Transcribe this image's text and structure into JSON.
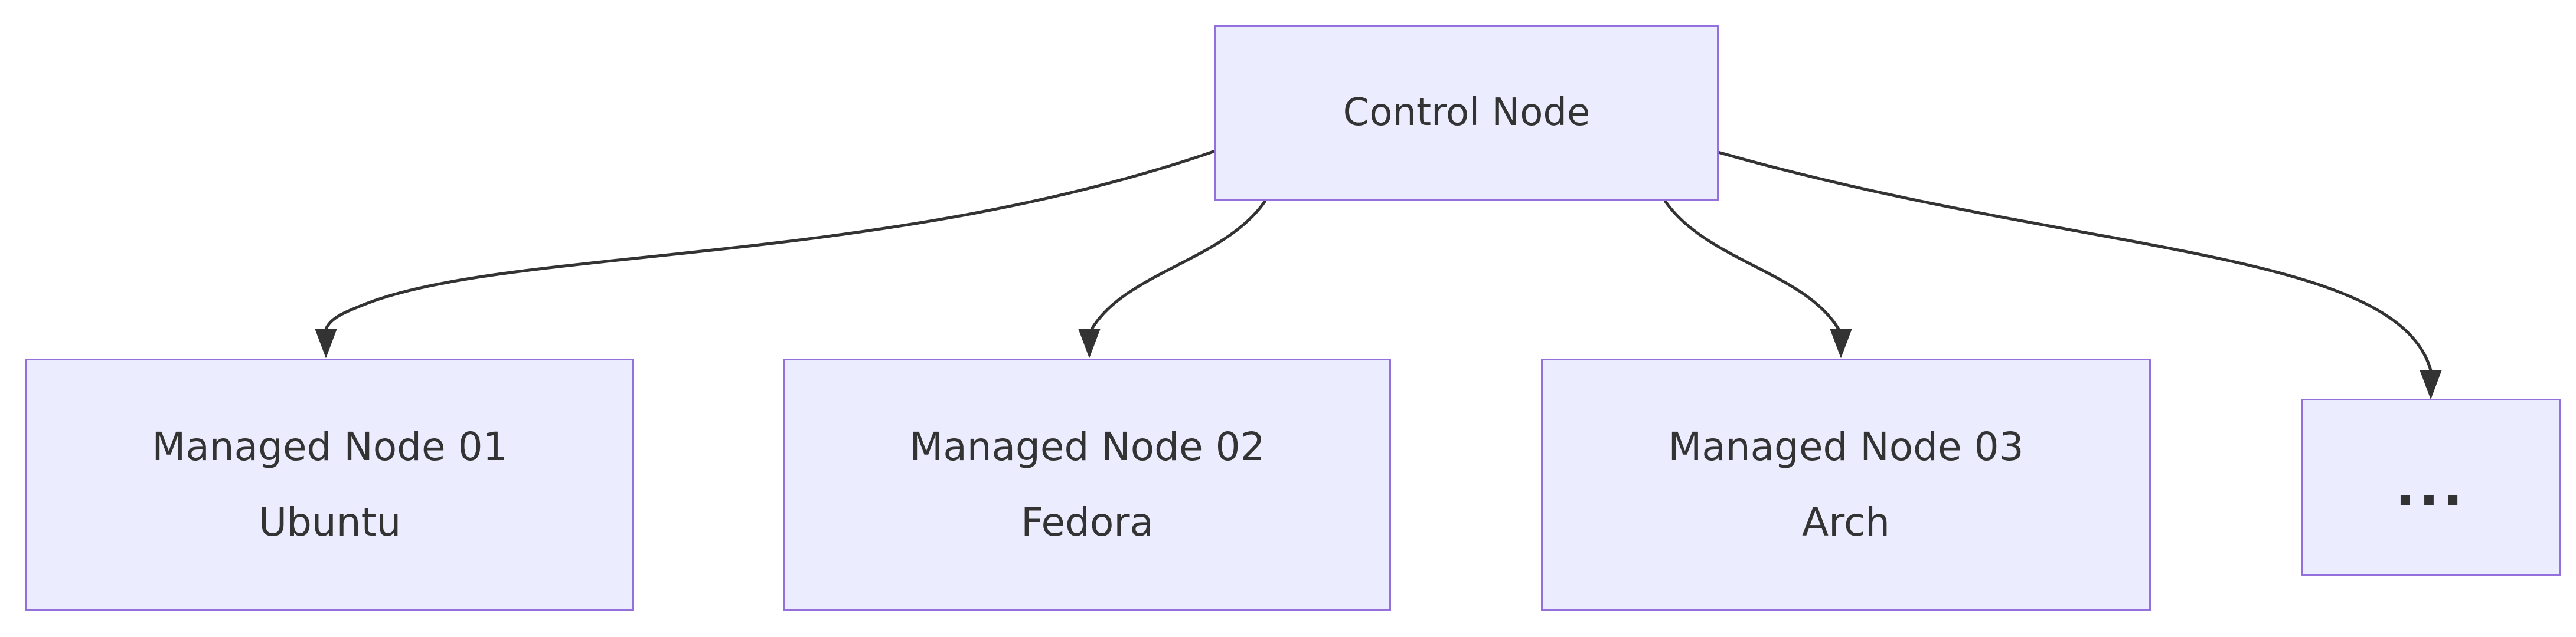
{
  "colors": {
    "background": "#ffffff",
    "node_fill": "#ECECFF",
    "node_border": "#9370DB",
    "edge": "#333333",
    "text": "#333333"
  },
  "diagram_type": "flowchart-top-down",
  "nodes": {
    "control": {
      "label": "Control Node"
    },
    "managed1": {
      "title": "Managed Node 01",
      "subtitle": "Ubuntu"
    },
    "managed2": {
      "title": "Managed Node 02",
      "subtitle": "Fedora"
    },
    "managed3": {
      "title": "Managed Node 03",
      "subtitle": "Arch"
    },
    "more": {
      "label": "..."
    }
  },
  "edges": [
    {
      "from": "Control Node",
      "to": "Managed Node 01 Ubuntu"
    },
    {
      "from": "Control Node",
      "to": "Managed Node 02 Fedora"
    },
    {
      "from": "Control Node",
      "to": "Managed Node 03 Arch"
    },
    {
      "from": "Control Node",
      "to": "..."
    }
  ]
}
